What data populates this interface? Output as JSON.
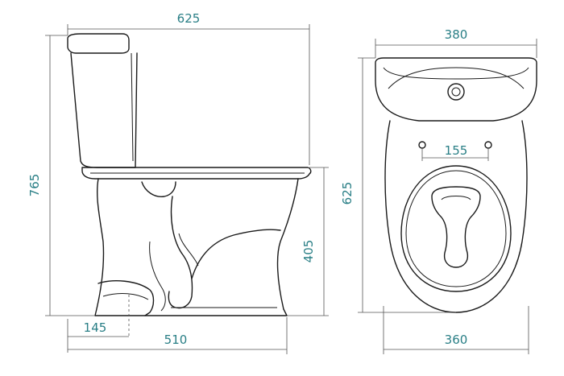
{
  "dimensions": {
    "side_total_length": "625",
    "side_total_height": "765",
    "side_seat_height": "405",
    "side_outlet_offset": "145",
    "side_base_length": "510",
    "top_tank_width": "380",
    "top_depth": "625",
    "top_hole_spacing": "155",
    "top_bowl_width": "360"
  },
  "colors": {
    "dimension_text": "#2a7f86",
    "outline": "#1a1a1a",
    "dimension_line": "#555555"
  }
}
